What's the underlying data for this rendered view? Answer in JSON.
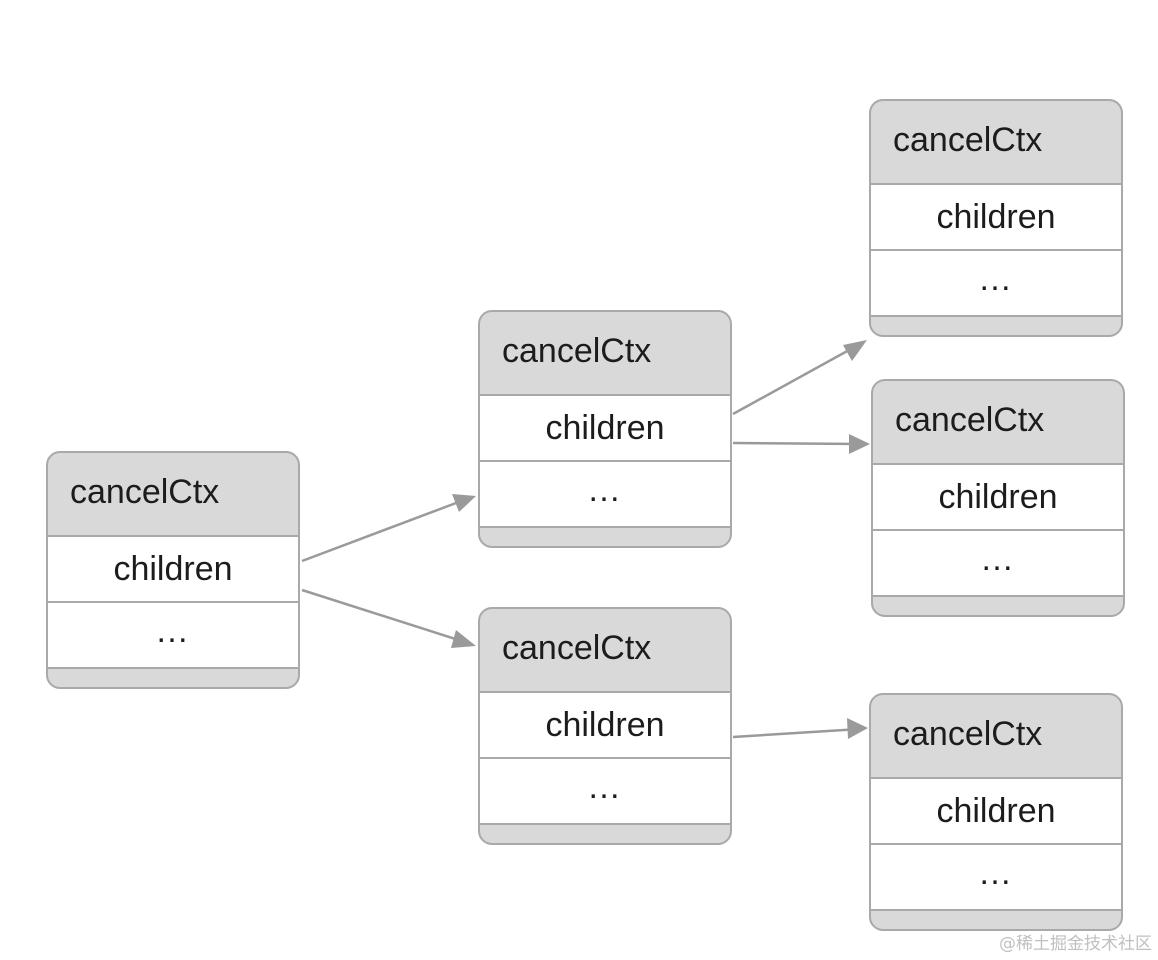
{
  "nodes": [
    {
      "id": "root",
      "title": "cancelCtx",
      "field": "children",
      "more": "…"
    },
    {
      "id": "mid-top",
      "title": "cancelCtx",
      "field": "children",
      "more": "…"
    },
    {
      "id": "mid-bottom",
      "title": "cancelCtx",
      "field": "children",
      "more": "…"
    },
    {
      "id": "leaf-1",
      "title": "cancelCtx",
      "field": "children",
      "more": "…"
    },
    {
      "id": "leaf-2",
      "title": "cancelCtx",
      "field": "children",
      "more": "…"
    },
    {
      "id": "leaf-3",
      "title": "cancelCtx",
      "field": "children",
      "more": "…"
    }
  ],
  "edges": [
    {
      "from": "root",
      "to": "mid-top"
    },
    {
      "from": "root",
      "to": "mid-bottom"
    },
    {
      "from": "mid-top",
      "to": "leaf-1"
    },
    {
      "from": "mid-top",
      "to": "leaf-2"
    },
    {
      "from": "mid-bottom",
      "to": "leaf-3"
    }
  ],
  "watermark": "@稀土掘金技术社区",
  "colors": {
    "header_fill": "#d9d9d9",
    "border": "#a9a9a9",
    "arrow": "#9a9a9a",
    "text": "#1c1c1c"
  }
}
